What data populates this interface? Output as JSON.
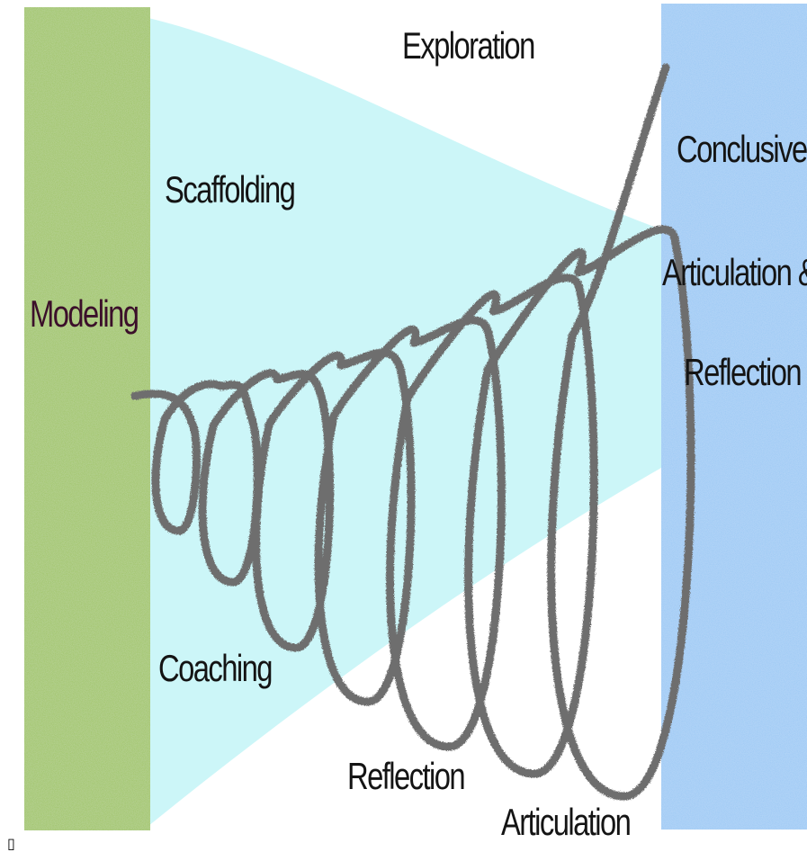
{
  "labels": {
    "modeling": "Modeling",
    "scaffolding": "Scaffolding",
    "coaching": "Coaching",
    "exploration": "Exploration",
    "reflection": "Reflection",
    "articulation": "Articulation",
    "conclusive_line1": "Conclusive",
    "conclusive_line2": "Articulation &",
    "conclusive_line3": "Reflection",
    "stray_glyph": "▯"
  },
  "colors": {
    "left_panel": "#9cc35e",
    "right_panel": "#99c8f4",
    "cone": "#ccf6f8",
    "spiral": "#6e6e6e",
    "modeling_text": "#3b0f2a"
  }
}
